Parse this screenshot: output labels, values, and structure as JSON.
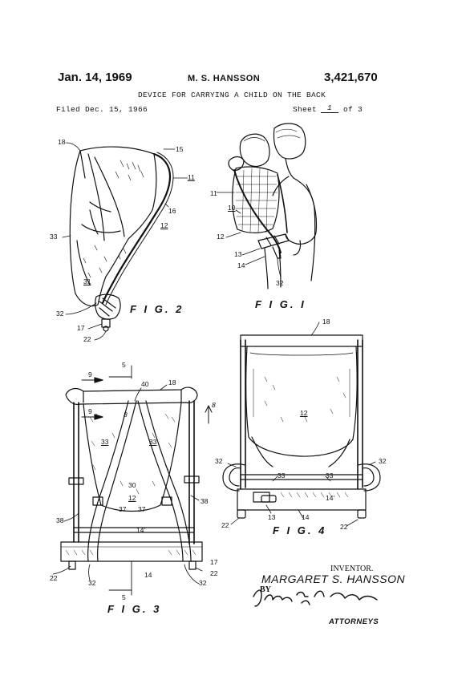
{
  "header": {
    "date": "Jan. 14, 1969",
    "inventor_short": "M. S. HANSSON",
    "patent_number": "3,421,670",
    "title": "DEVICE FOR CARRYING A CHILD ON THE BACK",
    "filed": "Filed Dec. 15, 1966",
    "sheet_label": "Sheet",
    "sheet_num": "1",
    "sheet_of": "of 3"
  },
  "figures": {
    "fig1": "F I G. I",
    "fig2": "F I G. 2",
    "fig3": "F I G. 3",
    "fig4": "F I G. 4"
  },
  "refs": {
    "fig2": [
      "18",
      "15",
      "11",
      "16",
      "12",
      "33",
      "31",
      "32",
      "17",
      "22"
    ],
    "fig1": [
      "11",
      "10",
      "12",
      "13",
      "14",
      "32"
    ],
    "fig3": [
      "9",
      "5",
      "18",
      "40",
      "8",
      "8",
      "9",
      "33",
      "33",
      "30",
      "12",
      "37",
      "37",
      "38",
      "38",
      "14'",
      "17",
      "22",
      "32",
      "14",
      "32",
      "22",
      "5"
    ],
    "fig4": [
      "18",
      "12",
      "32",
      "33",
      "33",
      "32",
      "13",
      "14",
      "14'",
      "22",
      "22"
    ]
  },
  "inventor": {
    "label": "INVENTOR.",
    "name": "MARGARET S. HANSSON",
    "by": "BY",
    "attorneys": "ATTORNEYS"
  }
}
